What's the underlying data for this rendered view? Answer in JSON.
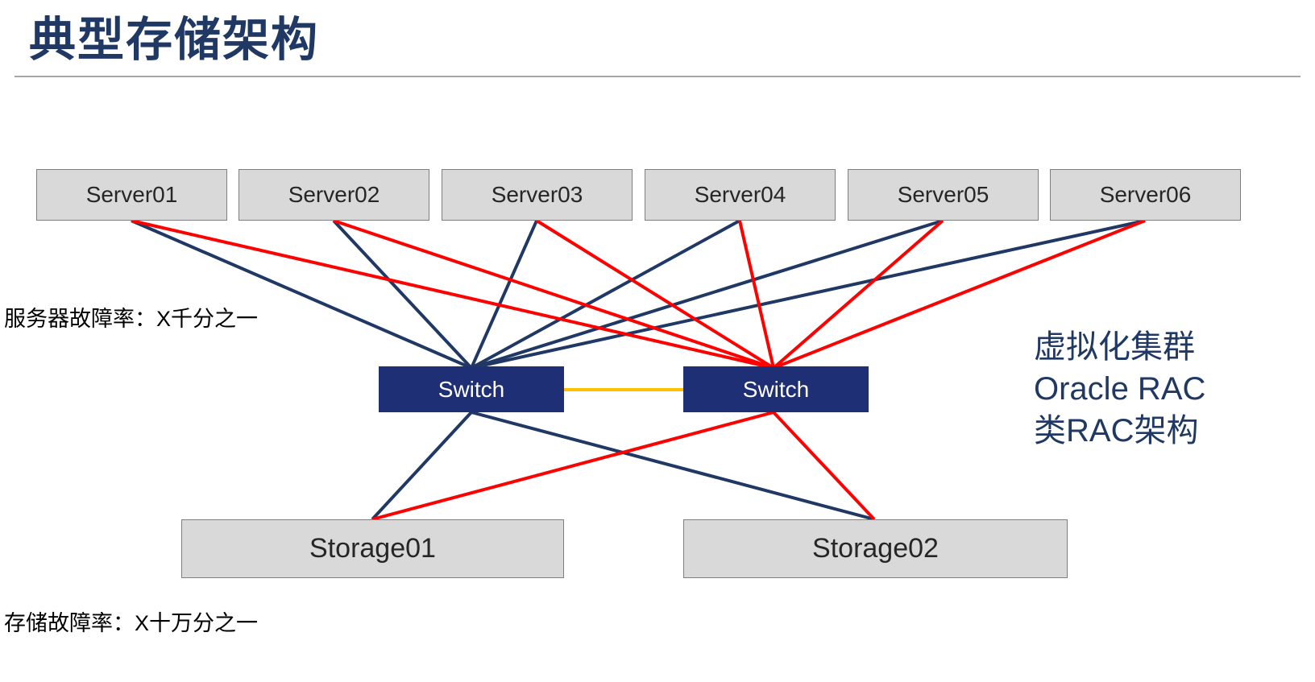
{
  "title": "典型存储架构",
  "servers": [
    "Server01",
    "Server02",
    "Server03",
    "Server04",
    "Server05",
    "Server06"
  ],
  "switches": [
    "Switch",
    "Switch"
  ],
  "storages": [
    "Storage01",
    "Storage02"
  ],
  "annotations": {
    "server_failure_rate": "服务器故障率：X千分之一",
    "storage_failure_rate": "存储故障率：X十万分之一",
    "right_note": [
      "虚拟化集群",
      "Oracle RAC",
      "类RAC架构"
    ]
  },
  "colors": {
    "navy_line": "#203864",
    "red_line": "#ff0000",
    "switch_link": "#ffc000",
    "box_fill": "#d9d9d9",
    "box_border": "#7f7f7f",
    "switch_fill": "#1e2f75",
    "title": "#203864"
  }
}
